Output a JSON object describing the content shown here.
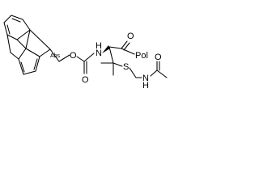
{
  "molecule": {
    "labels": {
      "carbamate_nh": "H",
      "carbamate_nh_n": "N",
      "carbamate_ether_o": "O",
      "carbamate_carbonyl_o": "O",
      "amide_carbonyl_o": "O",
      "polymer": "Pol",
      "thioether_s": "S",
      "acetamide_nh": "H",
      "acetamide_nh_n": "N",
      "acetyl_o": "O",
      "stereo_abs": "Abs"
    }
  }
}
